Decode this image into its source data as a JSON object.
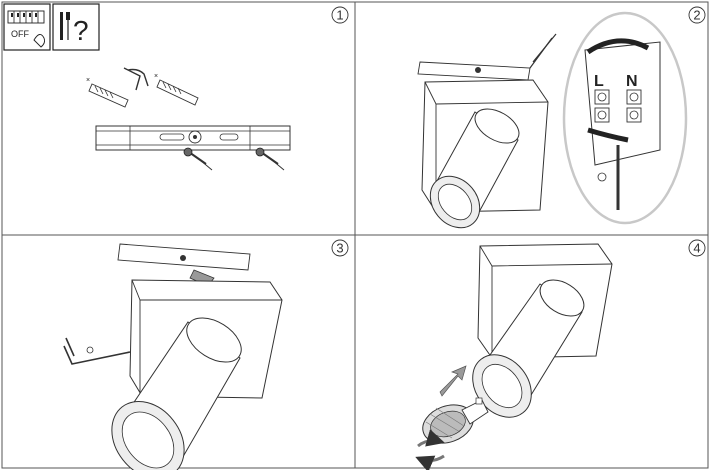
{
  "panels": [
    {
      "step": "1",
      "title": "Wall plug and mounting bracket installation"
    },
    {
      "step": "2",
      "title": "Wiring connection"
    },
    {
      "step": "3",
      "title": "Fixing the luminaire with hex key"
    },
    {
      "step": "4",
      "title": "Inserting the GU10 lamp"
    }
  ],
  "labels": {
    "off": "OFF",
    "question": "?",
    "live": "L",
    "neutral": "N"
  },
  "colors": {
    "line": "#333333",
    "panel_border": "#555555",
    "callout_border": "#c8c8c8",
    "arrow_fill": "#9a9a9a"
  },
  "icons": [
    "breaker-off-icon",
    "tool-question-icon"
  ]
}
